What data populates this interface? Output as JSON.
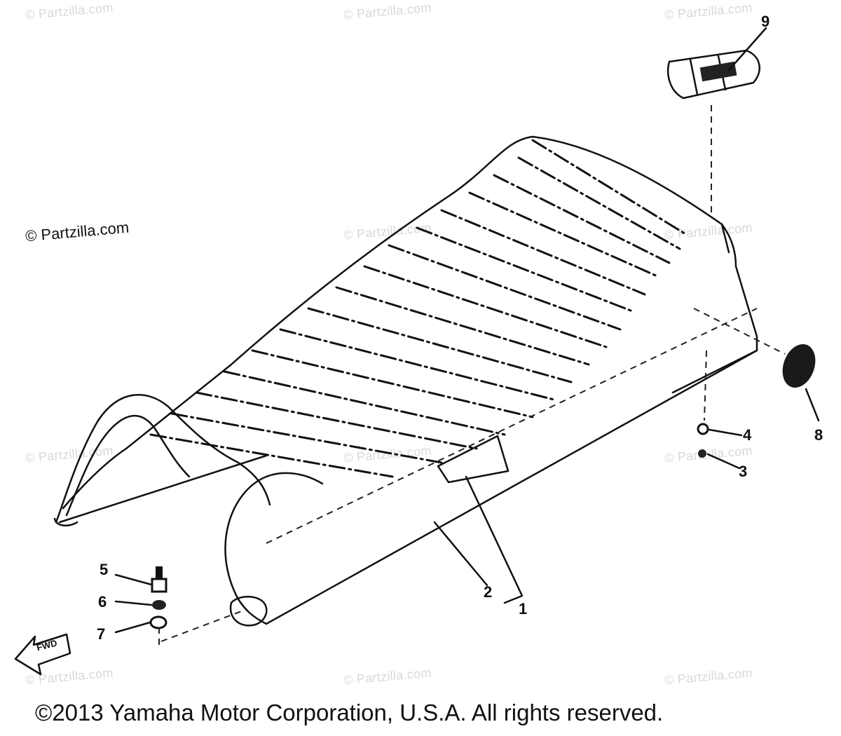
{
  "watermark": {
    "text": "© Partzilla.com",
    "prominent_text": "© Partzilla.com"
  },
  "callouts": [
    "1",
    "2",
    "3",
    "4",
    "5",
    "6",
    "7",
    "8",
    "9"
  ],
  "direction_badge": "FWD",
  "copyright": "©2013 Yamaha Motor Corporation, U.S.A. All rights reserved."
}
